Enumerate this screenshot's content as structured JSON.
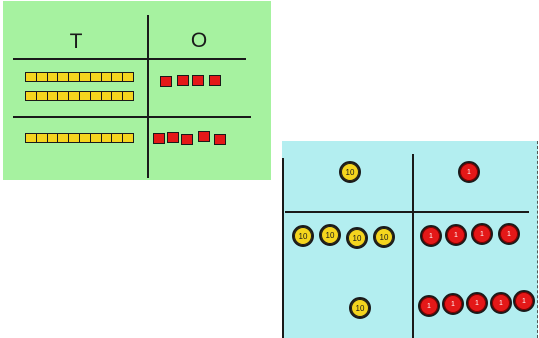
{
  "tens_ones_chart": {
    "background": "#a6f2a0",
    "headers": {
      "tens": "T",
      "ones": "O"
    },
    "rows": [
      {
        "tens_rods": 2,
        "ones_cubes": 4
      },
      {
        "tens_rods": 1,
        "ones_cubes": 5
      }
    ]
  },
  "counters_chart": {
    "background": "#b3eef0",
    "ten_coin_label": "10",
    "one_coin_label": "1",
    "rows": [
      {
        "ten_coins": 1,
        "one_coins": 1
      },
      {
        "ten_coins": 5,
        "one_coins": 9
      }
    ]
  },
  "colors": {
    "ten": "#f5d51e",
    "one": "#e41818",
    "line": "#1a1a1a"
  }
}
